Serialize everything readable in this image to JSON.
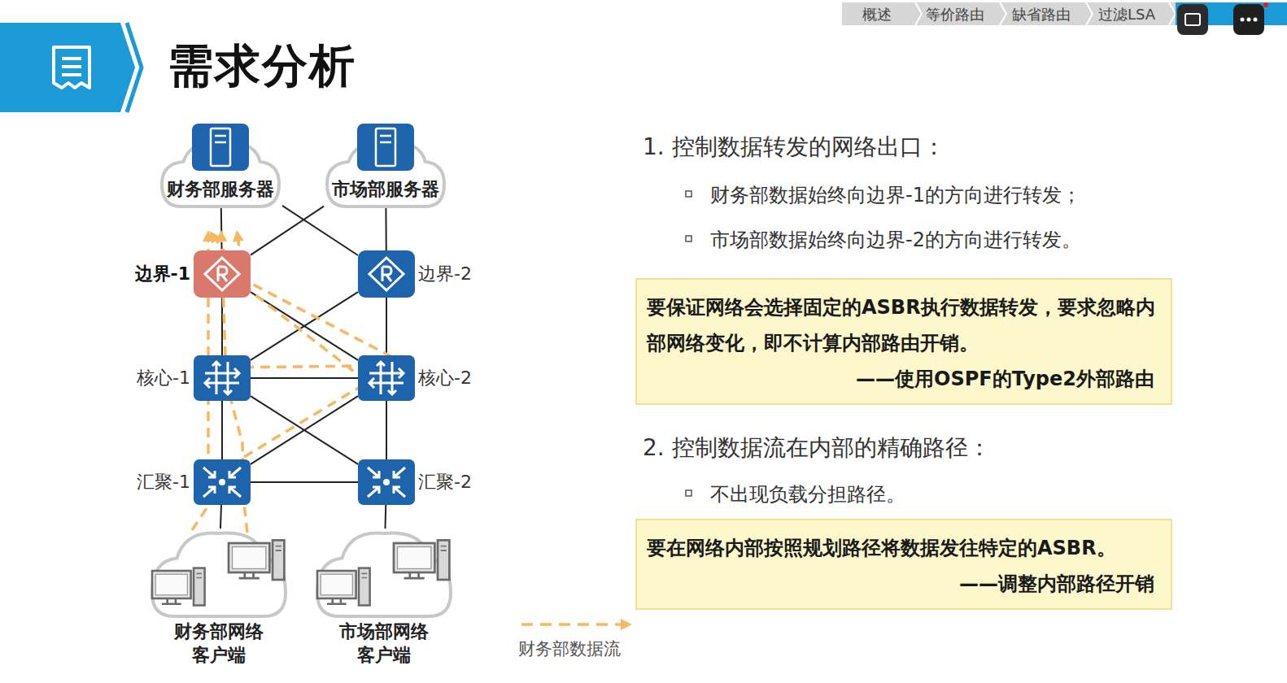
{
  "diagram": {
    "title": "需求分析",
    "nodes": [
      {
        "text": [
          "财务部服务器"
        ]
      },
      {
        "text": [
          "市场部服务器"
        ]
      },
      {
        "text": [
          "边界-1"
        ]
      },
      {
        "text": [
          "边界-2"
        ]
      },
      {
        "text": [
          "核心-1"
        ]
      },
      {
        "text": [
          "核心-2"
        ]
      },
      {
        "text": [
          "汇聚-1"
        ]
      },
      {
        "text": [
          "汇聚-2"
        ]
      },
      {
        "text": [
          "财务部网络 客户端"
        ]
      },
      {
        "text": [
          "市场部网络 客户端"
        ]
      },
      {
        "text": [
          "要保证网络会选择固定的ASBR执行数据转发，要求忽略内部网络变化，即不计算内部路由开销。",
          "——使用OSPF的Type2外部路由"
        ]
      },
      {
        "text": [
          "要在网络内部按照规划路径将数据发往特定的ASBR。",
          "——调整内部路径开销"
        ]
      }
    ],
    "edges": [
      {
        "from": 0,
        "to": 2,
        "arrow": "none"
      },
      {
        "from": 0,
        "to": 3,
        "arrow": "none"
      },
      {
        "from": 1,
        "to": 2,
        "arrow": "none"
      },
      {
        "from": 1,
        "to": 3,
        "arrow": "none"
      },
      {
        "from": 2,
        "to": 4,
        "arrow": "none"
      },
      {
        "from": 2,
        "to": 5,
        "arrow": "none"
      },
      {
        "from": 3,
        "to": 4,
        "arrow": "none"
      },
      {
        "from": 3,
        "to": 5,
        "arrow": "none"
      },
      {
        "from": 4,
        "to": 5,
        "arrow": "none"
      },
      {
        "from": 4,
        "to": 6,
        "arrow": "none"
      },
      {
        "from": 4,
        "to": 7,
        "arrow": "none"
      },
      {
        "from": 5,
        "to": 6,
        "arrow": "none"
      },
      {
        "from": 5,
        "to": 7,
        "arrow": "none"
      },
      {
        "from": 6,
        "to": 7,
        "arrow": "none"
      },
      {
        "from": 6,
        "to": 8,
        "arrow": "none"
      },
      {
        "from": 7,
        "to": 9,
        "arrow": "none"
      }
    ],
    "labels": [
      "概述",
      "等价路由",
      "缺省路由",
      "过滤LSA",
      "1. 控制数据转发的网络出口：",
      "财务部数据始终向边界-1的方向进行转发；",
      "市场部数据始终向边界-2的方向进行转发。",
      "2. 控制数据流在内部的精确路径：",
      "不出现负载分担路径。"
    ],
    "legend": [
      {
        "text": "财务部数据流"
      }
    ]
  }
}
